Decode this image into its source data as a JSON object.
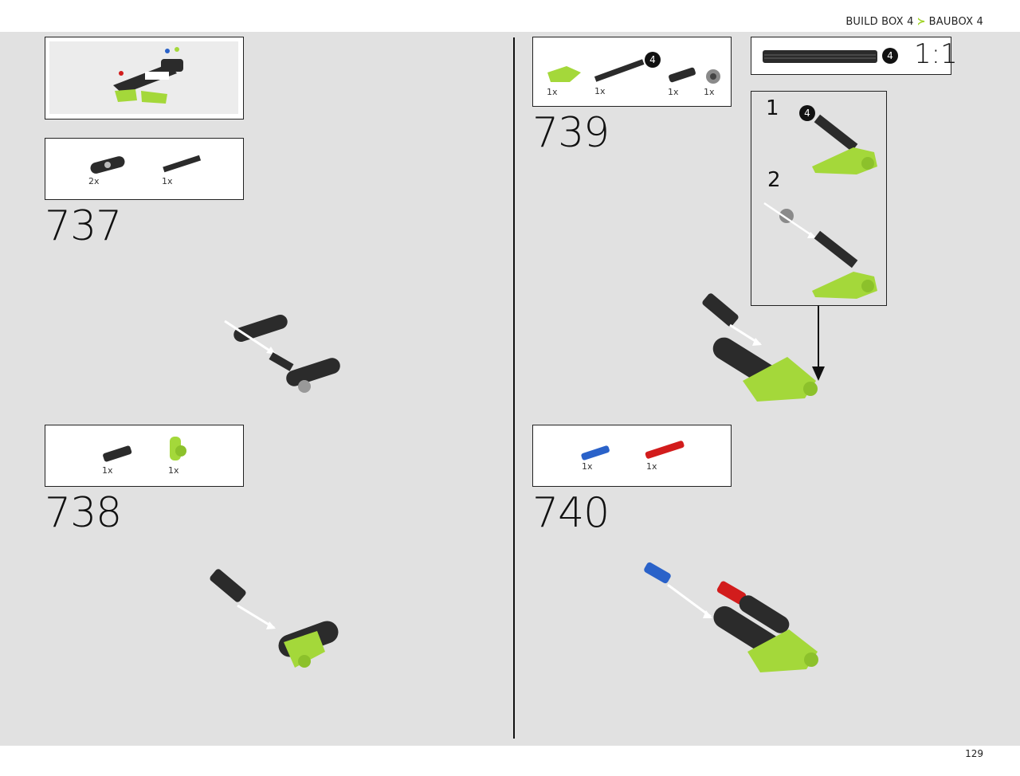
{
  "header": {
    "crumb_en": "BUILD BOX 4",
    "crumb_de": "BAUBOX 4"
  },
  "footer": {
    "page_number": "129"
  },
  "steps": {
    "s737": {
      "number": "737",
      "parts": [
        {
          "qty": "2x"
        },
        {
          "qty": "1x"
        }
      ]
    },
    "s738": {
      "number": "738",
      "parts": [
        {
          "qty": "1x"
        },
        {
          "qty": "1x"
        }
      ]
    },
    "s739": {
      "number": "739",
      "parts": [
        {
          "qty": "1x"
        },
        {
          "qty": "1x",
          "badge": "4"
        },
        {
          "qty": "1x"
        },
        {
          "qty": "1x"
        }
      ]
    },
    "s740": {
      "number": "740",
      "parts": [
        {
          "qty": "1x"
        },
        {
          "qty": "1x"
        }
      ]
    }
  },
  "scale_box": {
    "badge": "4",
    "scale": "1:1"
  },
  "substeps": {
    "first": "1",
    "first_badge": "4",
    "second": "2"
  },
  "colors": {
    "lime": "#a4d83a",
    "black_part": "#2b2b2b",
    "grey_part": "#8a8a8a",
    "blue_part": "#2a62c9",
    "red_part": "#d21c1c",
    "accent": "#9fd324"
  }
}
